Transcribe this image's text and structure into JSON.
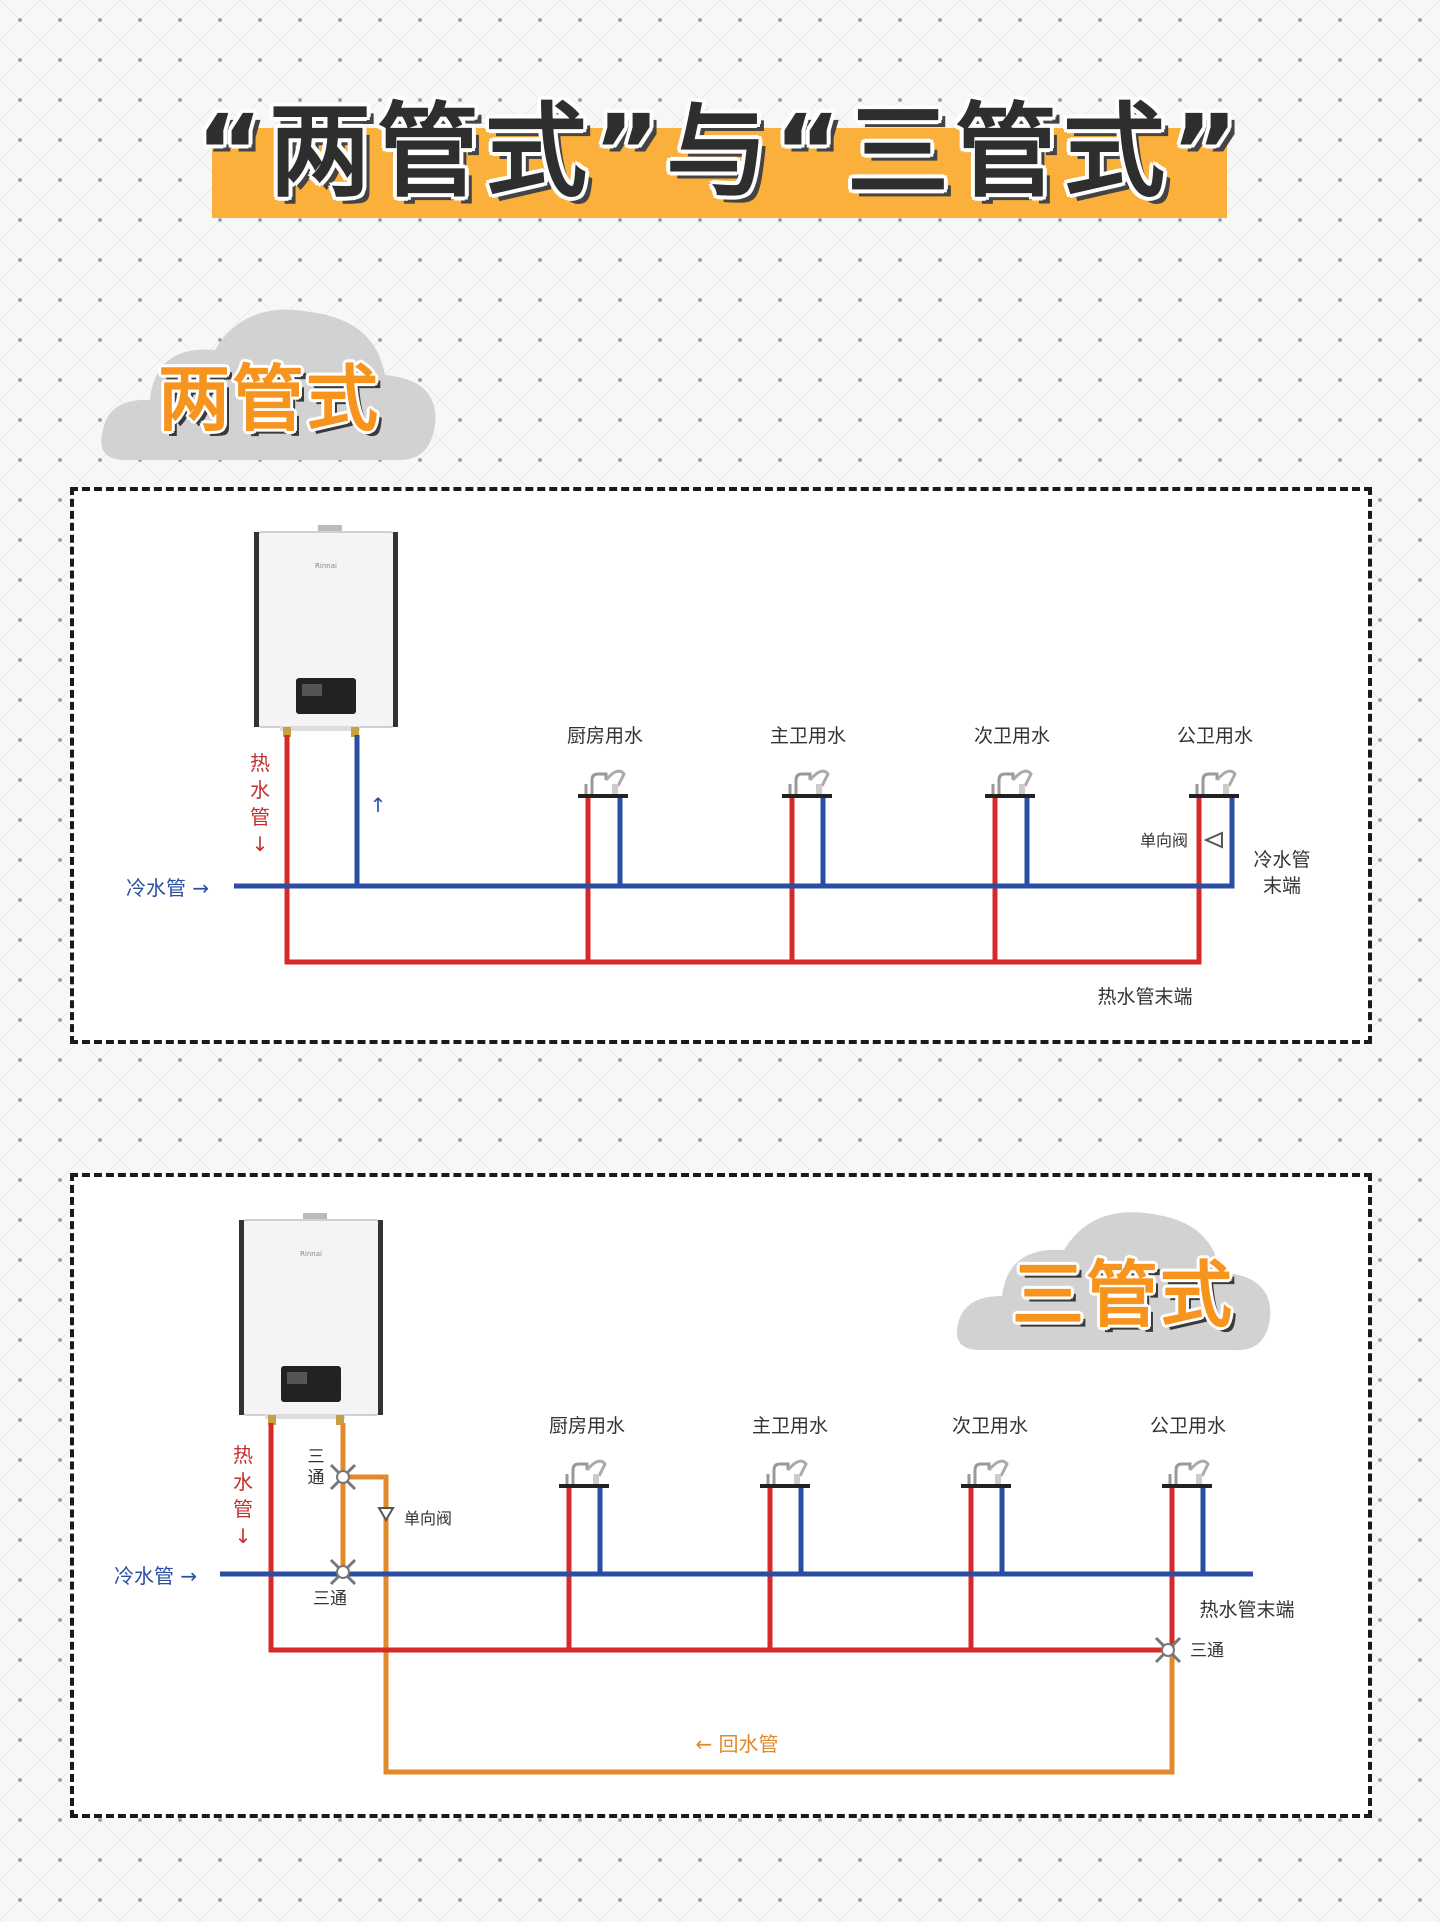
{
  "title": "“两管式”与“三管式”",
  "two_pipe": {
    "heading": "两管式",
    "heater_brand": "Rinnai",
    "fixtures": [
      "厨房用水",
      "主卫用水",
      "次卫用水",
      "公卫用水"
    ],
    "hot_pipe_label": [
      "热",
      "水",
      "管",
      "↓"
    ],
    "cold_in_label": "冷水管 →",
    "up_arrow": "↑",
    "check_valve": "单向阀",
    "cold_end": [
      "冷水管",
      "末端"
    ],
    "hot_end": "热水管末端"
  },
  "three_pipe": {
    "heading": "三管式",
    "heater_brand": "Rinnai",
    "fixtures": [
      "厨房用水",
      "主卫用水",
      "次卫用水",
      "公卫用水"
    ],
    "hot_pipe_label": [
      "热",
      "水",
      "管",
      "↓"
    ],
    "cold_in_label": "冷水管 →",
    "tee_vertical": [
      "三",
      "通"
    ],
    "tee": "三通",
    "check_valve": "单向阀",
    "hot_end": "热水管末端",
    "return_pipe": "← 回水管"
  },
  "colors": {
    "hot": "#d42a2a",
    "cold": "#2a4ea0",
    "return": "#e08a2a",
    "accent": "#fbb03b"
  }
}
